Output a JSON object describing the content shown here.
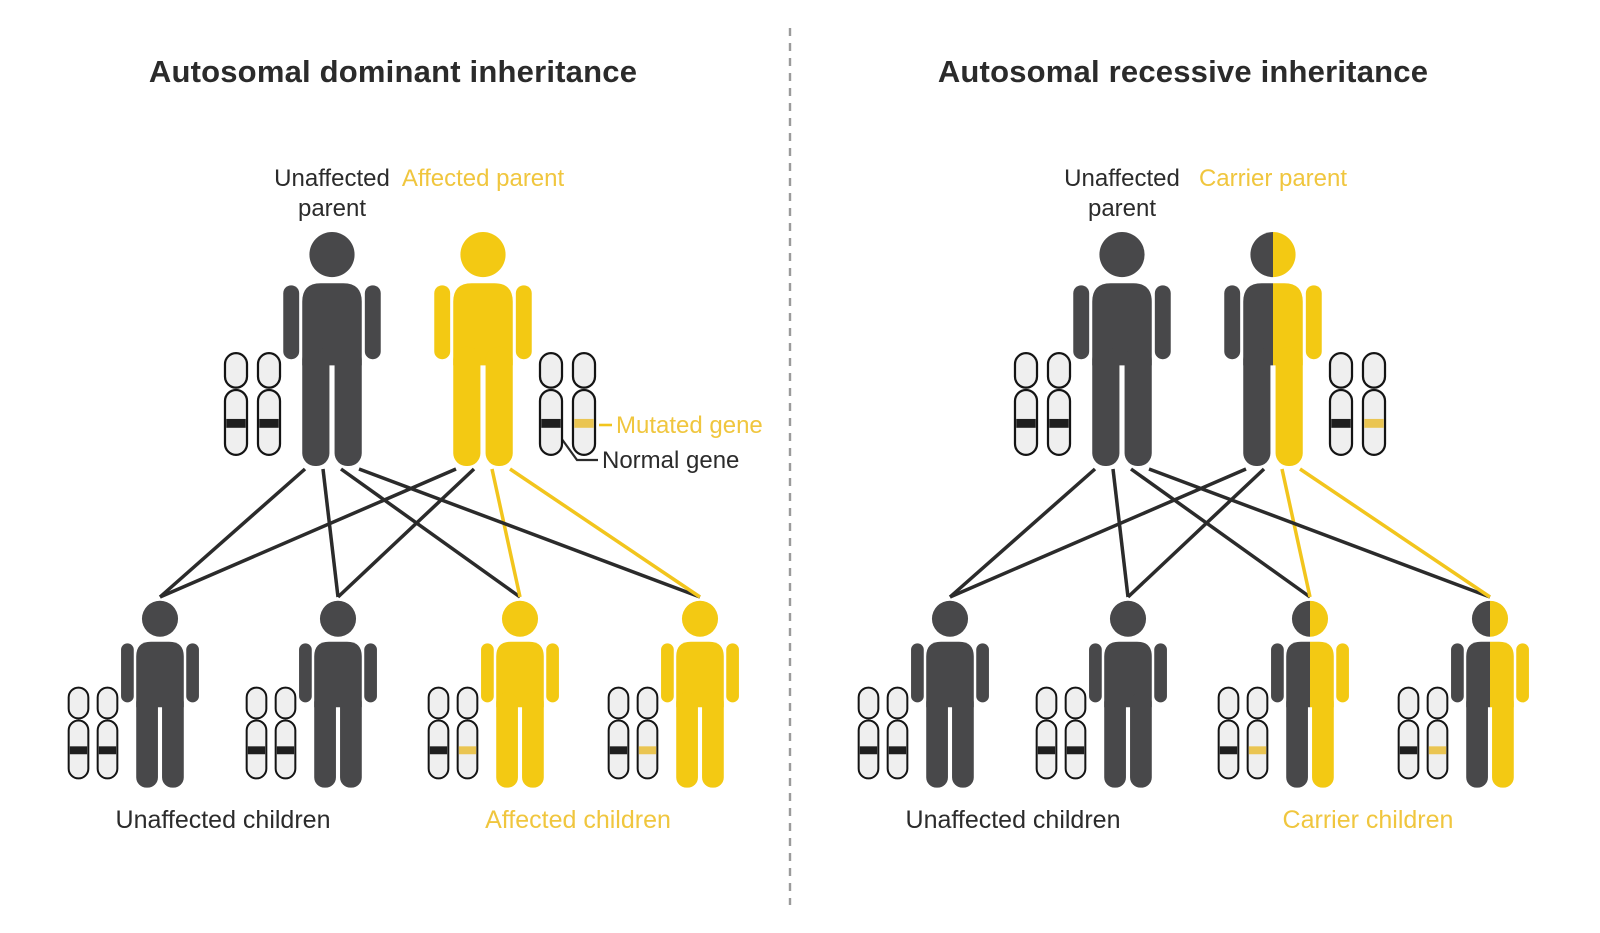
{
  "colors": {
    "dark": "#48484A",
    "yellow": "#F3C913",
    "text_dark": "#2B2B2B",
    "text_yellow": "#F0C63E",
    "band_dark": "#1E1E1E",
    "band_yellow": "#EAC552",
    "chromosome_fill": "#EFEFEF",
    "chromosome_stroke": "#141414",
    "line_dark": "#2B2B2B",
    "line_yellow": "#F2C51D",
    "divider": "#9B9B9B",
    "background": "#FFFFFF"
  },
  "panels": [
    {
      "title": "Autosomal dominant inheritance",
      "parents": [
        {
          "label": "Unaffected parent",
          "variant": "dark",
          "bands": [
            "dark",
            "dark"
          ],
          "chromosome_side": "left"
        },
        {
          "label": "Affected parent",
          "variant": "yellow",
          "bands": [
            "dark",
            "yellow"
          ],
          "chromosome_side": "right"
        }
      ],
      "children": [
        {
          "variant": "dark",
          "bands": [
            "dark",
            "dark"
          ],
          "lines_from_parents": [
            "dark",
            "dark"
          ]
        },
        {
          "variant": "dark",
          "bands": [
            "dark",
            "dark"
          ],
          "lines_from_parents": [
            "dark",
            "dark"
          ]
        },
        {
          "variant": "yellow",
          "bands": [
            "dark",
            "yellow"
          ],
          "lines_from_parents": [
            "dark",
            "yellow"
          ]
        },
        {
          "variant": "yellow",
          "bands": [
            "dark",
            "yellow"
          ],
          "lines_from_parents": [
            "dark",
            "yellow"
          ]
        }
      ],
      "group_labels": [
        {
          "text": "Unaffected children",
          "variant": "dark"
        },
        {
          "text": "Affected children",
          "variant": "yellow"
        }
      ],
      "annotations": {
        "mutated_gene": "Mutated gene",
        "normal_gene": "Normal gene"
      }
    },
    {
      "title": "Autosomal recessive inheritance",
      "parents": [
        {
          "label": "Unaffected parent",
          "variant": "dark",
          "bands": [
            "dark",
            "dark"
          ],
          "chromosome_side": "left"
        },
        {
          "label": "Carrier parent",
          "variant": "half",
          "bands": [
            "dark",
            "yellow"
          ],
          "chromosome_side": "right"
        }
      ],
      "children": [
        {
          "variant": "dark",
          "bands": [
            "dark",
            "dark"
          ],
          "lines_from_parents": [
            "dark",
            "dark"
          ]
        },
        {
          "variant": "dark",
          "bands": [
            "dark",
            "dark"
          ],
          "lines_from_parents": [
            "dark",
            "dark"
          ]
        },
        {
          "variant": "half",
          "bands": [
            "dark",
            "yellow"
          ],
          "lines_from_parents": [
            "dark",
            "yellow"
          ]
        },
        {
          "variant": "half",
          "bands": [
            "dark",
            "yellow"
          ],
          "lines_from_parents": [
            "dark",
            "yellow"
          ]
        }
      ],
      "group_labels": [
        {
          "text": "Unaffected children",
          "variant": "dark"
        },
        {
          "text": "Carrier children",
          "variant": "yellow"
        }
      ]
    }
  ]
}
